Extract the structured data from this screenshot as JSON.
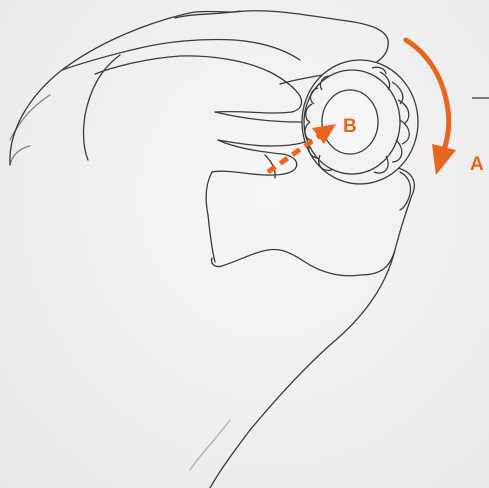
{
  "labels": {
    "rotate": "A",
    "push": "B"
  },
  "colors": {
    "accent": "#e8661e",
    "line": "#3a3a3a",
    "background": "#efefef"
  },
  "illustration": {
    "subject": "hand-turning-knob",
    "icons": [
      "hand-icon",
      "knob-icon",
      "rotate-arrow-icon",
      "push-arrow-icon"
    ]
  }
}
